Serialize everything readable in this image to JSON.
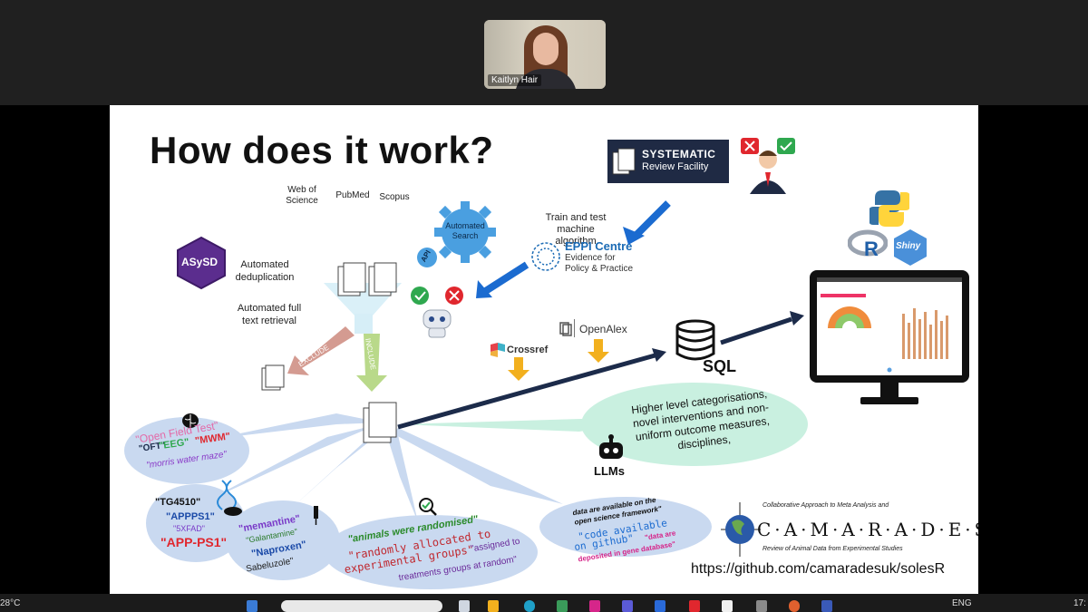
{
  "meeting": {
    "participant_name": "Kaitlyn Hair"
  },
  "slide": {
    "title": "How does it work?",
    "sources": [
      "Web of Science",
      "PubMed",
      "Scopus"
    ],
    "automated_search": "Automated Search",
    "api_tag": "API",
    "asysd_logo": "ASySD",
    "automated_dedup": "Automated deduplication",
    "full_text": "Automated full text retrieval",
    "exclude_label": "EXCLUDE",
    "include_label": "INCLUDE",
    "train_test": "Train and test machine algorithm",
    "eppi_name": "EPPI Centre",
    "eppi_sub1": "Evidence for",
    "eppi_sub2": "Policy & Practice",
    "srf_line1": "SYSTEMATIC",
    "srf_line2": "Review Facility",
    "crossref": "Crossref",
    "openalex": "OpenAlex",
    "sql": "SQL",
    "r_logo": "R",
    "shiny_logo": "Shiny",
    "llms": "LLMs",
    "llm_text": "Higher level categorisations, novel interventions and non-uniform outcome measures, disciplines,",
    "b1_line1": "\"Open Field Test\"",
    "b1_oft": "\"OFT\"",
    "b1_eeg": "\"EEG\"",
    "b1_mwm": "\"MWM\"",
    "b1_line3": "\"morris water maze\"",
    "b2_tg": "\"TG4510\"",
    "b2_apps": "\"APPPS1\"",
    "b2_5xfad": "\"5XFAD\"",
    "b2_app": "\"APP-PS1\"",
    "b3_mem": "\"memantine\"",
    "b3_gal": "\"Galantamine\"",
    "b3_nap": "\"Naproxen\"",
    "b3_sab": "Sabeluzole\"",
    "b4_l1": "\"animals were randomised\"",
    "b4_l2": "\"randomly allocated to",
    "b4_l3": "experimental groups\"",
    "b4_l4": "\"assigned to",
    "b4_l5": "treatments groups at random\"",
    "b5_l1": "data are available on the",
    "b5_l2": "open science framework\"",
    "b5_l3": "\"code available",
    "b5_l4": "on github\"",
    "b5_l5": "\"data are",
    "b5_l6": "deposited in gene database\"",
    "cam_top": "Collaborative Approach to Meta Analysis and",
    "cam_name": "C·A·M·A·R·A·D·E·S·",
    "cam_bottom": "Review of Animal Data from Experimental Studies",
    "url": "https://github.com/camaradesuk/solesR"
  },
  "taskbar": {
    "temp": "28°C",
    "lang": "ENG",
    "time": "17:"
  },
  "colors": {
    "dark_navy": "#1c2b4a",
    "arrow_blue": "#1b6bd0",
    "bubble_blue": "#c9d9f0",
    "bubble_green": "#c9f0e0",
    "asysd_purple": "#5b2d8e",
    "red": "#e0272e",
    "green": "#2fa84f",
    "magenta": "#d6268a"
  }
}
